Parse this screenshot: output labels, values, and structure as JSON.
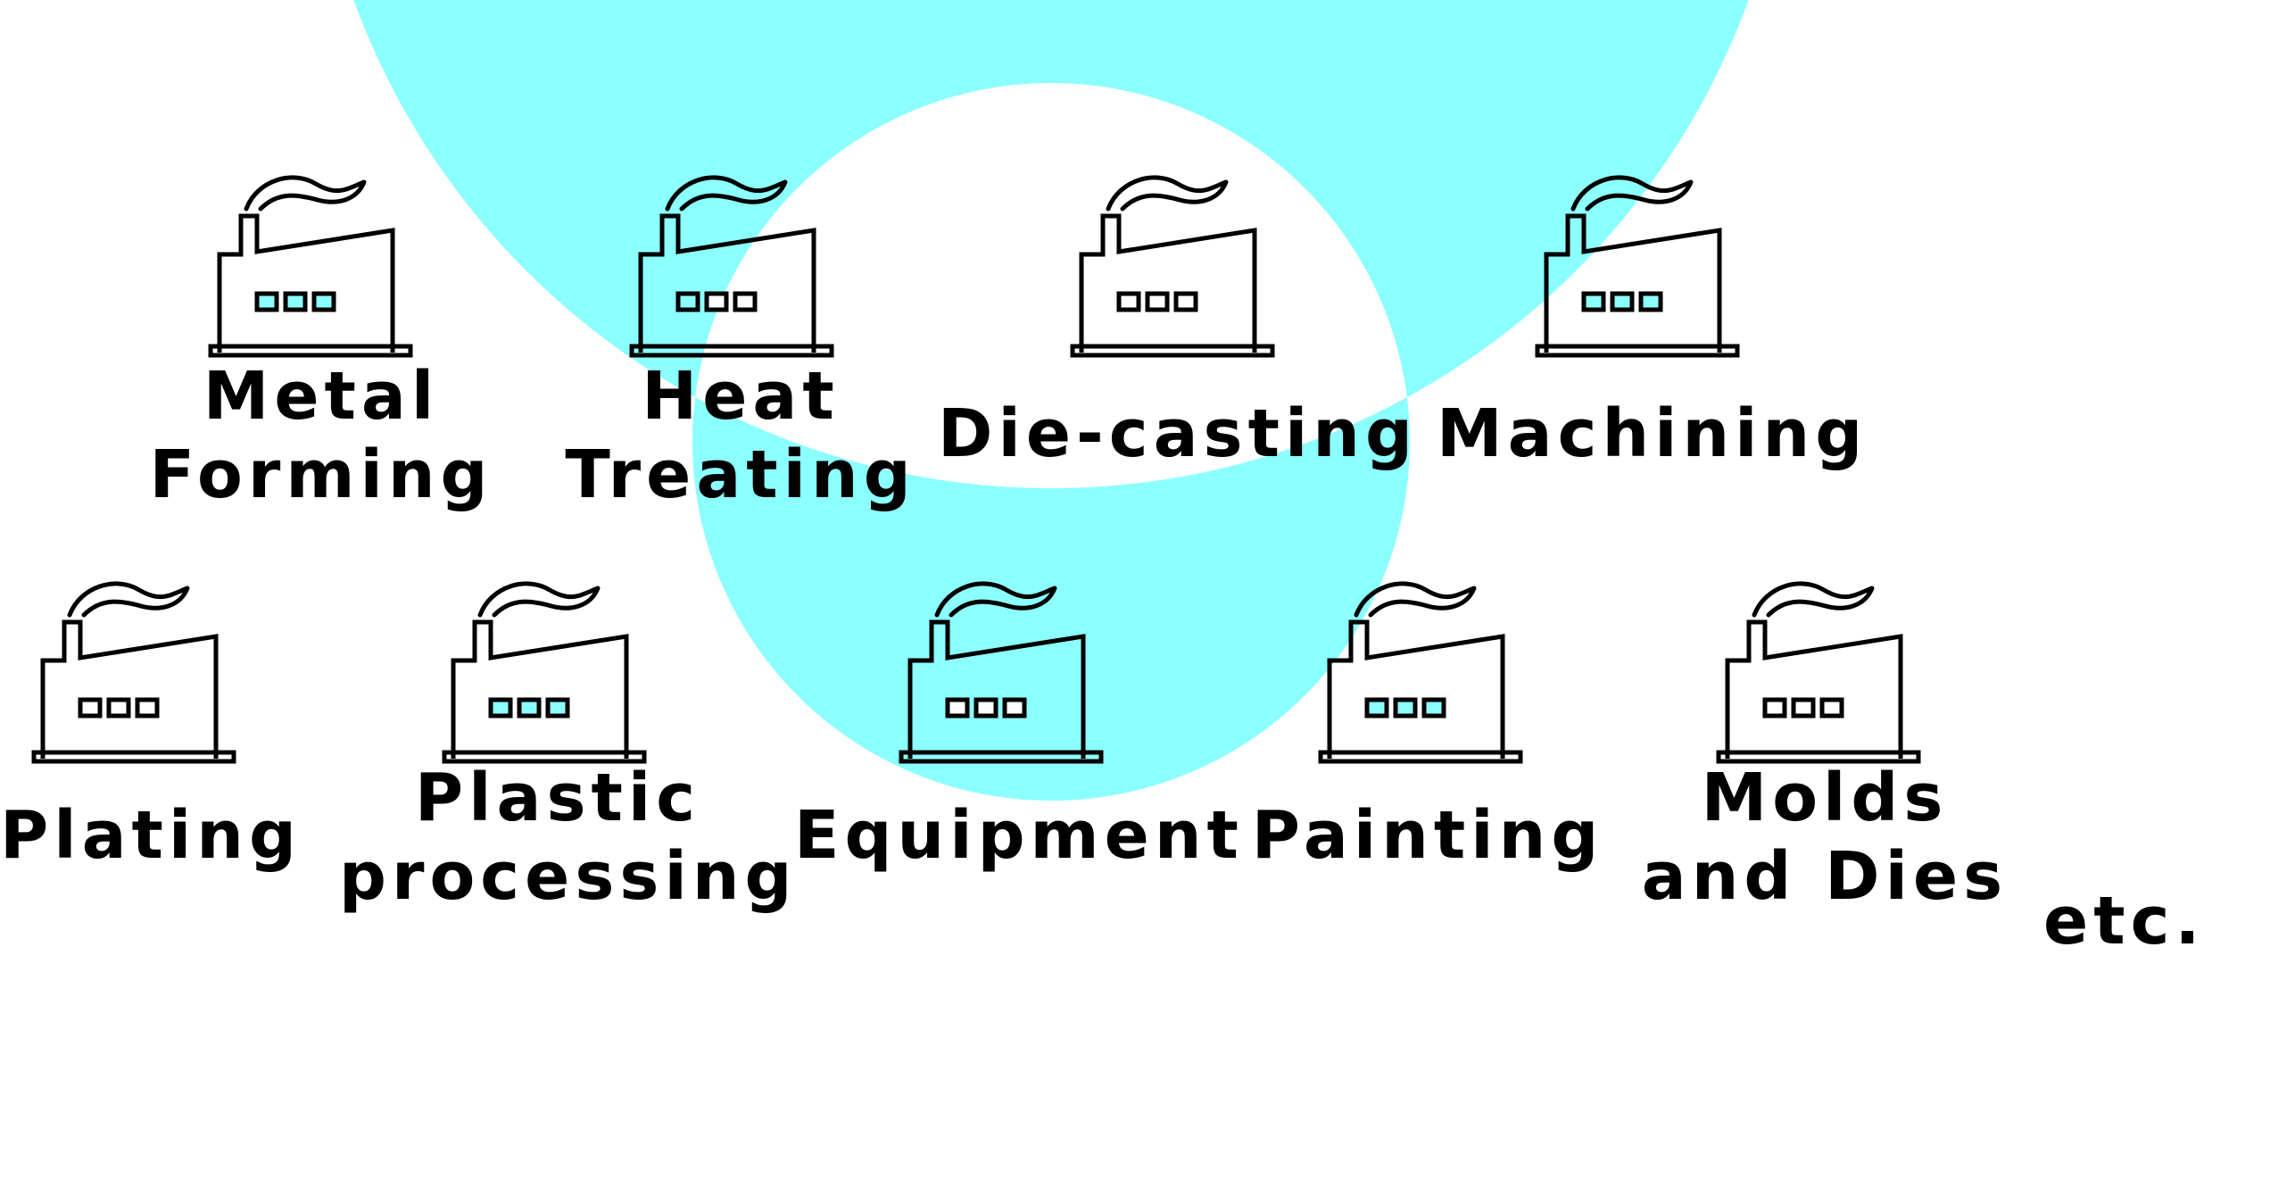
{
  "colors": {
    "ring": "#8cffff",
    "window_fill": "#8cffff",
    "outline": "#000000",
    "background": "#ffffff"
  },
  "factories": [
    {
      "icon": "factory-icon",
      "lines": [
        "Metal",
        "Forming"
      ],
      "window_highlight": "all"
    },
    {
      "icon": "factory-icon",
      "lines": [
        "Heat",
        "Treating"
      ],
      "window_highlight": "first"
    },
    {
      "icon": "factory-icon",
      "lines": [
        "Die-casting"
      ],
      "window_highlight": "none"
    },
    {
      "icon": "factory-icon",
      "lines": [
        "Machining"
      ],
      "window_highlight": "all"
    },
    {
      "icon": "factory-icon",
      "lines": [
        "Plating"
      ],
      "window_highlight": "none"
    },
    {
      "icon": "factory-icon",
      "lines": [
        "Plastic",
        "processing"
      ],
      "window_highlight": "all"
    },
    {
      "icon": "factory-icon",
      "lines": [
        "Equipment"
      ],
      "window_highlight": "none"
    },
    {
      "icon": "factory-icon",
      "lines": [
        "Painting"
      ],
      "window_highlight": "all"
    },
    {
      "icon": "factory-icon",
      "lines": [
        "Molds",
        "and Dies"
      ],
      "window_highlight": "none"
    }
  ],
  "footer_text": "etc."
}
